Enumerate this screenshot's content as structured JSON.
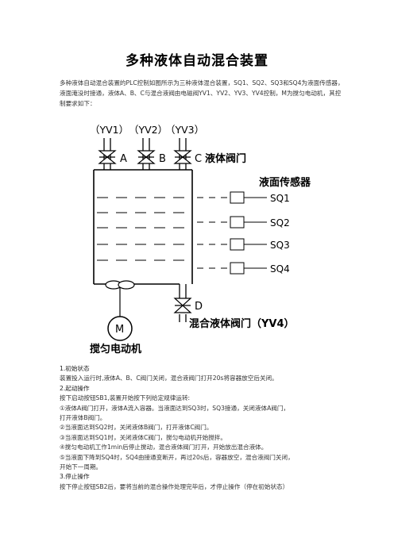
{
  "document": {
    "title": "多种液体自动混合装置",
    "intro": "多种液体自动混合装置的PLC控制如图所示为三种液体混合装置，SQ1、SQ2、SQ3和SQ4为液面传感器，液面淹没时接通，液体A、B、C与混合液阀由电磁阀YV1、YV2、YV3、YV4控制，M为搅匀电动机，其控制要求如下："
  },
  "diagram": {
    "valve_labels": [
      "（YV1）",
      "（YV2）",
      "（YV3）"
    ],
    "valve_letters": [
      "A",
      "B",
      "C"
    ],
    "liquid_valve_label": "液体阀门",
    "sensor_title": "液面传感器",
    "sensors": [
      "SQ1",
      "SQ2",
      "SQ3",
      "SQ4"
    ],
    "mix_valve_letter": "D",
    "mix_valve_label": "混合液体阀门（YV4）",
    "motor_symbol": "M",
    "motor_label": "搅匀电动机"
  },
  "sections": [
    {
      "text": "1.初始状态"
    },
    {
      "text": "装置投入运行时,液体A、B、C阀门关闭，混合液阀门打开20s将容器放空后关闭。"
    },
    {
      "text": "2.起动操作"
    },
    {
      "text": "按下启动按钮SB1,装置开始按下列给定规律运转:"
    },
    {
      "text": "①液体A阀门打开，液体A流入容器。当液面达到SQ3时，SQ3接通，关闭液体A阀门，"
    },
    {
      "text": "打开液体B阀门。"
    },
    {
      "text": "②当液面达到SQ2时，关闭液体B阀门，打开液体C阀门。"
    },
    {
      "text": "③当液面达到SQ1时，关闭液体C阀门，搅匀电动机开始搅拌。"
    },
    {
      "text": "④搅匀电动机工作1min后停止搅动，混合液体阀门打开，开始放出混合液体。"
    },
    {
      "text": "⑤当液面下降到SQ4时，SQ4由接通变断开，再过20s后，容器放空，混合液阀门关闭，"
    },
    {
      "text": "开始下一周期。"
    },
    {
      "text": "3.停止操作"
    },
    {
      "text": "按下停止按钮SB2后，要将当前的混合操作处理完毕后，才停止操作（停在初始状态）"
    }
  ]
}
